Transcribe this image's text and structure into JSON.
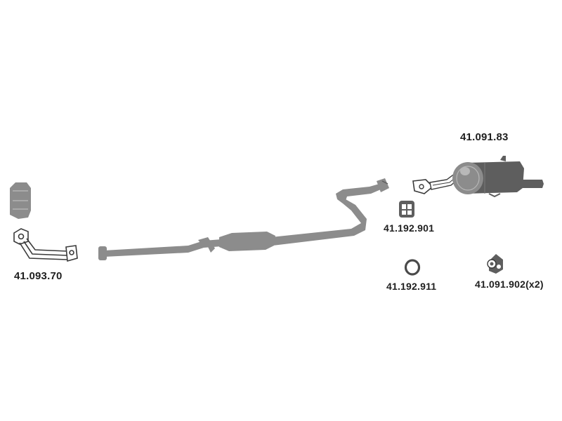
{
  "diagram": {
    "colors": {
      "part_fill": "#8c8c8c",
      "part_dark": "#5e5e5e",
      "outline": "#3a3a3a",
      "label_text": "#1f1f1f",
      "background": "#ffffff"
    },
    "parts": [
      {
        "id": "catalytic-converter",
        "label": "41.093.70"
      },
      {
        "id": "rear-muffler",
        "label": "41.091.83"
      },
      {
        "id": "rectangular-hanger",
        "label": "41.192.901"
      },
      {
        "id": "sealing-ring",
        "label": "41.192.911"
      },
      {
        "id": "rubber-hanger",
        "label": "41.091.902(x2)"
      }
    ]
  }
}
